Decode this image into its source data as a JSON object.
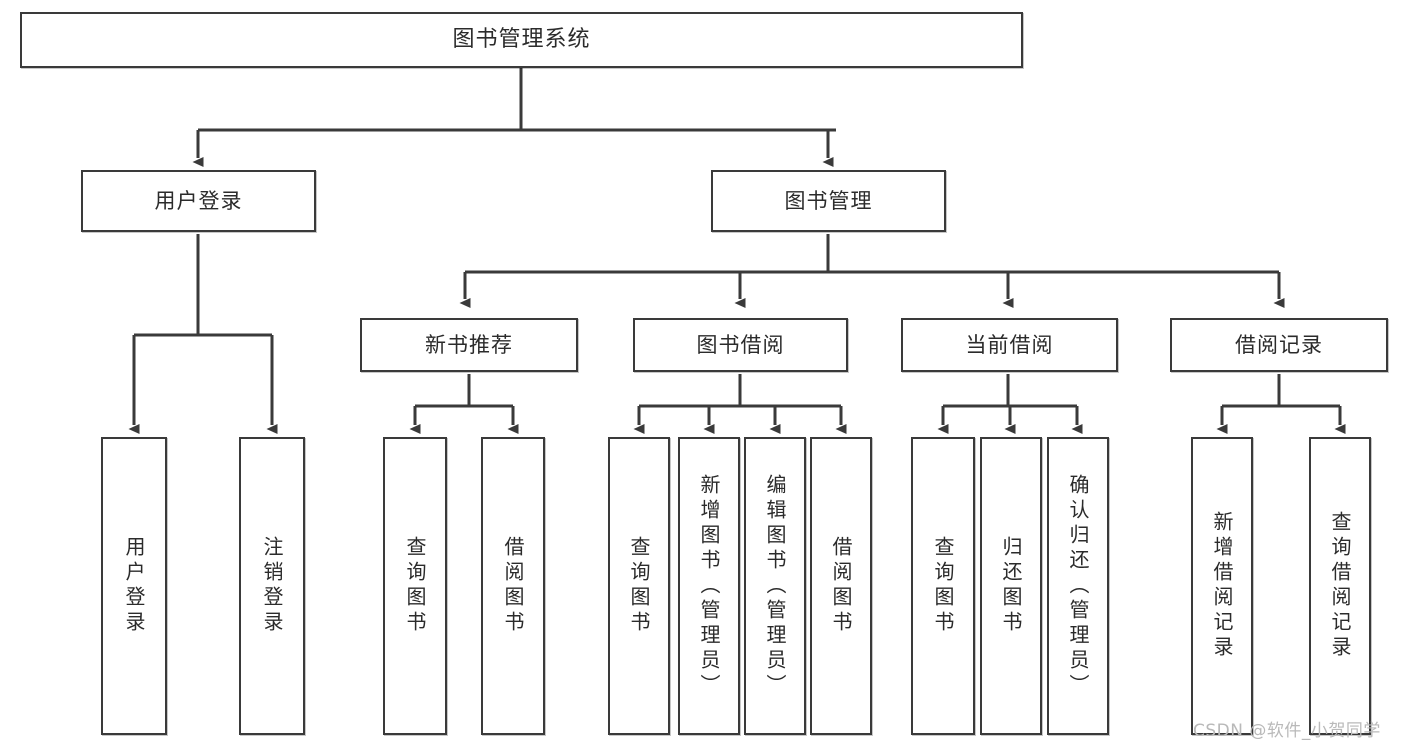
{
  "diagram": {
    "title": "图书管理系统",
    "type": "tree",
    "watermark": "CSDN @软件_小贺同学",
    "colors": {
      "box_border": "#3a3a3a",
      "box_fill": "#ffffff",
      "connector": "#3a3a3a",
      "text": "#2b2b2b",
      "watermark": "#b9b9b9",
      "background": "#ffffff"
    },
    "nodes": {
      "root": {
        "label": "图书管理系统"
      },
      "level2": [
        {
          "label": "用户登录"
        },
        {
          "label": "图书管理"
        }
      ],
      "level3": [
        {
          "label": "新书推荐"
        },
        {
          "label": "图书借阅"
        },
        {
          "label": "当前借阅"
        },
        {
          "label": "借阅记录"
        }
      ],
      "leaves": {
        "user_login": [
          {
            "label": "用户登录"
          },
          {
            "label": "注销登录"
          }
        ],
        "new_book_recommend": [
          {
            "label": "查询图书"
          },
          {
            "label": "借阅图书"
          }
        ],
        "book_borrow": [
          {
            "label": "查询图书"
          },
          {
            "label": "新增图书（管理员）"
          },
          {
            "label": "编辑图书（管理员）"
          },
          {
            "label": "借阅图书"
          }
        ],
        "current_borrow": [
          {
            "label": "查询图书"
          },
          {
            "label": "归还图书"
          },
          {
            "label": "确认归还（管理员）"
          }
        ],
        "borrow_record": [
          {
            "label": "新增借阅记录"
          },
          {
            "label": "查询借阅记录"
          }
        ]
      }
    }
  }
}
